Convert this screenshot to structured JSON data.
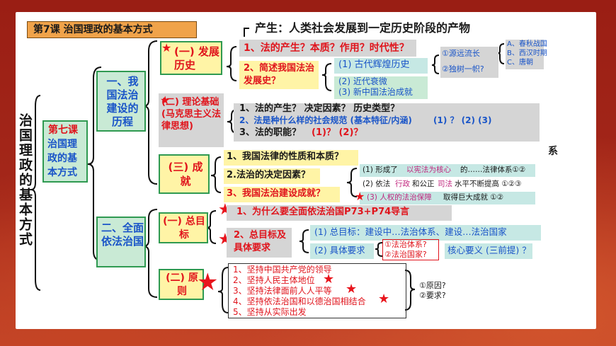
{
  "header": {
    "title": "第7课  治国理政的基本方式"
  },
  "root": {
    "vertical_title": "治国理政的基本方式"
  },
  "lesson_box": {
    "prefix": "第七课",
    "rest": "治国理政的基本方式"
  },
  "branch1": {
    "label": "一、我国法治建设的历程",
    "sub1": {
      "label": "(一) 发展历史",
      "top_note": "产生：人类社会发展到一定历史阶段的产物",
      "item1": "1、法的产生？本质？作用？时代性？",
      "item2": "2、简述我国法治发展史？",
      "hist1": "(1) 古代辉煌历史",
      "hist2": "(2) 近代衰微",
      "hist3": "(3) 新中国法治成就",
      "anc1": "①源远流长",
      "anc2": "②独树一帜?",
      "era1": "A、春秋战国",
      "era2": "B、西汉时期",
      "era3": "C、唐朝"
    },
    "sub2": {
      "label": "(二) 理论基础(马克思主义法律思想)",
      "item1": "1、法的产生？ 决定因素？ 历史类型？",
      "item2": "2、法是种什么样的社会规范 (基本特征/内涵)",
      "item2_tail": "(1) ？ (2) (3)",
      "item3a": "3、法的职能？",
      "item3b": "(1)？ (2)？",
      "side_char": "系"
    },
    "sub3": {
      "label": "(三) 成就",
      "item1": "1、我国法律的性质和本质？",
      "item2": "2.法治的决定因素？",
      "item3": "3、我国法治建设成就？",
      "ach1a": "(1) 形成了",
      "ach1b": "以宪法为核心",
      "ach1c": "的……法律体系①②",
      "ach2a": "(2) 依法",
      "ach2b": "行政",
      "ach2c": "和公正",
      "ach2d": "司法",
      "ach2e": "水平不断提高 ①②③",
      "ach3a": "(3) 人权的法治保障",
      "ach3b": "取得巨大成就 ①②"
    }
  },
  "branch2": {
    "label": "二、全面依法治国",
    "sub1": {
      "label": "(一) 总目标",
      "item1": "1、为什么要全面依法治国P73+P74导言",
      "item2": "2、总目标及具体要求",
      "goal1": "(1) 总目标：建设中…法治体系、建设…法治国家",
      "goal2": "(2) 具体要求",
      "req1": "①法治体系?",
      "req2": "②法治国家?",
      "core": "核心要义 (三前提) ？"
    },
    "sub2": {
      "label": "(二) 原则",
      "p1": "1、坚持中国共产党的领导",
      "p2": "2、坚持人民主体地位",
      "p3": "3、坚持法律面前人人平等",
      "p4": "4、坚持依法治国和以德治国相结合",
      "p5": "5、坚持从实际出发",
      "q1": "①原因?",
      "q2": "②要求?"
    }
  },
  "colors": {
    "accent_red": "#e0141c",
    "blue_text": "#1a55c8",
    "green_border": "#2f9a51",
    "header_orange": "#f0a34a"
  }
}
